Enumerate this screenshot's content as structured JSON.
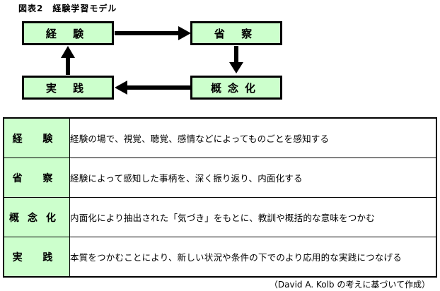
{
  "figure_title": "図表2　経験学習モデル",
  "cycle": {
    "nodes": [
      {
        "id": "experience",
        "label": "経 験"
      },
      {
        "id": "reflection",
        "label": "省 察"
      },
      {
        "id": "concept",
        "label": "概念化"
      },
      {
        "id": "practice",
        "label": "実 践"
      }
    ],
    "arrows": [
      {
        "from": "experience",
        "to": "reflection"
      },
      {
        "from": "reflection",
        "to": "concept"
      },
      {
        "from": "concept",
        "to": "practice"
      },
      {
        "from": "practice",
        "to": "experience"
      }
    ]
  },
  "table": {
    "rows": [
      {
        "term": "経 験",
        "description": "経験の場で、視覚、聴覚、感情などによってものごとを感知する"
      },
      {
        "term": "省 察",
        "description": "経験によって感知した事柄を、深く振り返り、内面化する"
      },
      {
        "term": "概念化",
        "description": "内面化により抽出された「気づき」をもとに、教訓や概括的な意味をつかむ"
      },
      {
        "term": "実 践",
        "description": "本質をつかむことにより、新しい状況や条件の下でのより応用的な実践につなげる"
      }
    ]
  },
  "credit": "（David A. Kolb の考えに基づいて作成）",
  "colors": {
    "node_fill": "#ccffcc",
    "border": "#000000"
  }
}
